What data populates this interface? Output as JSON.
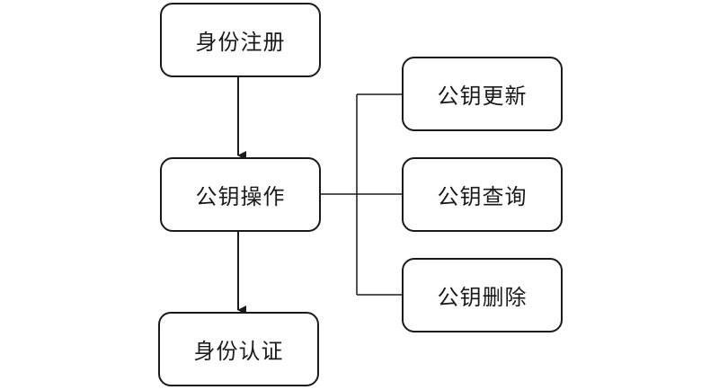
{
  "nodes": {
    "register": "身份注册",
    "key_operation": "公钥操作",
    "authentication": "身份认证",
    "key_update": "公钥更新",
    "key_query": "公钥查询",
    "key_delete": "公钥删除"
  }
}
